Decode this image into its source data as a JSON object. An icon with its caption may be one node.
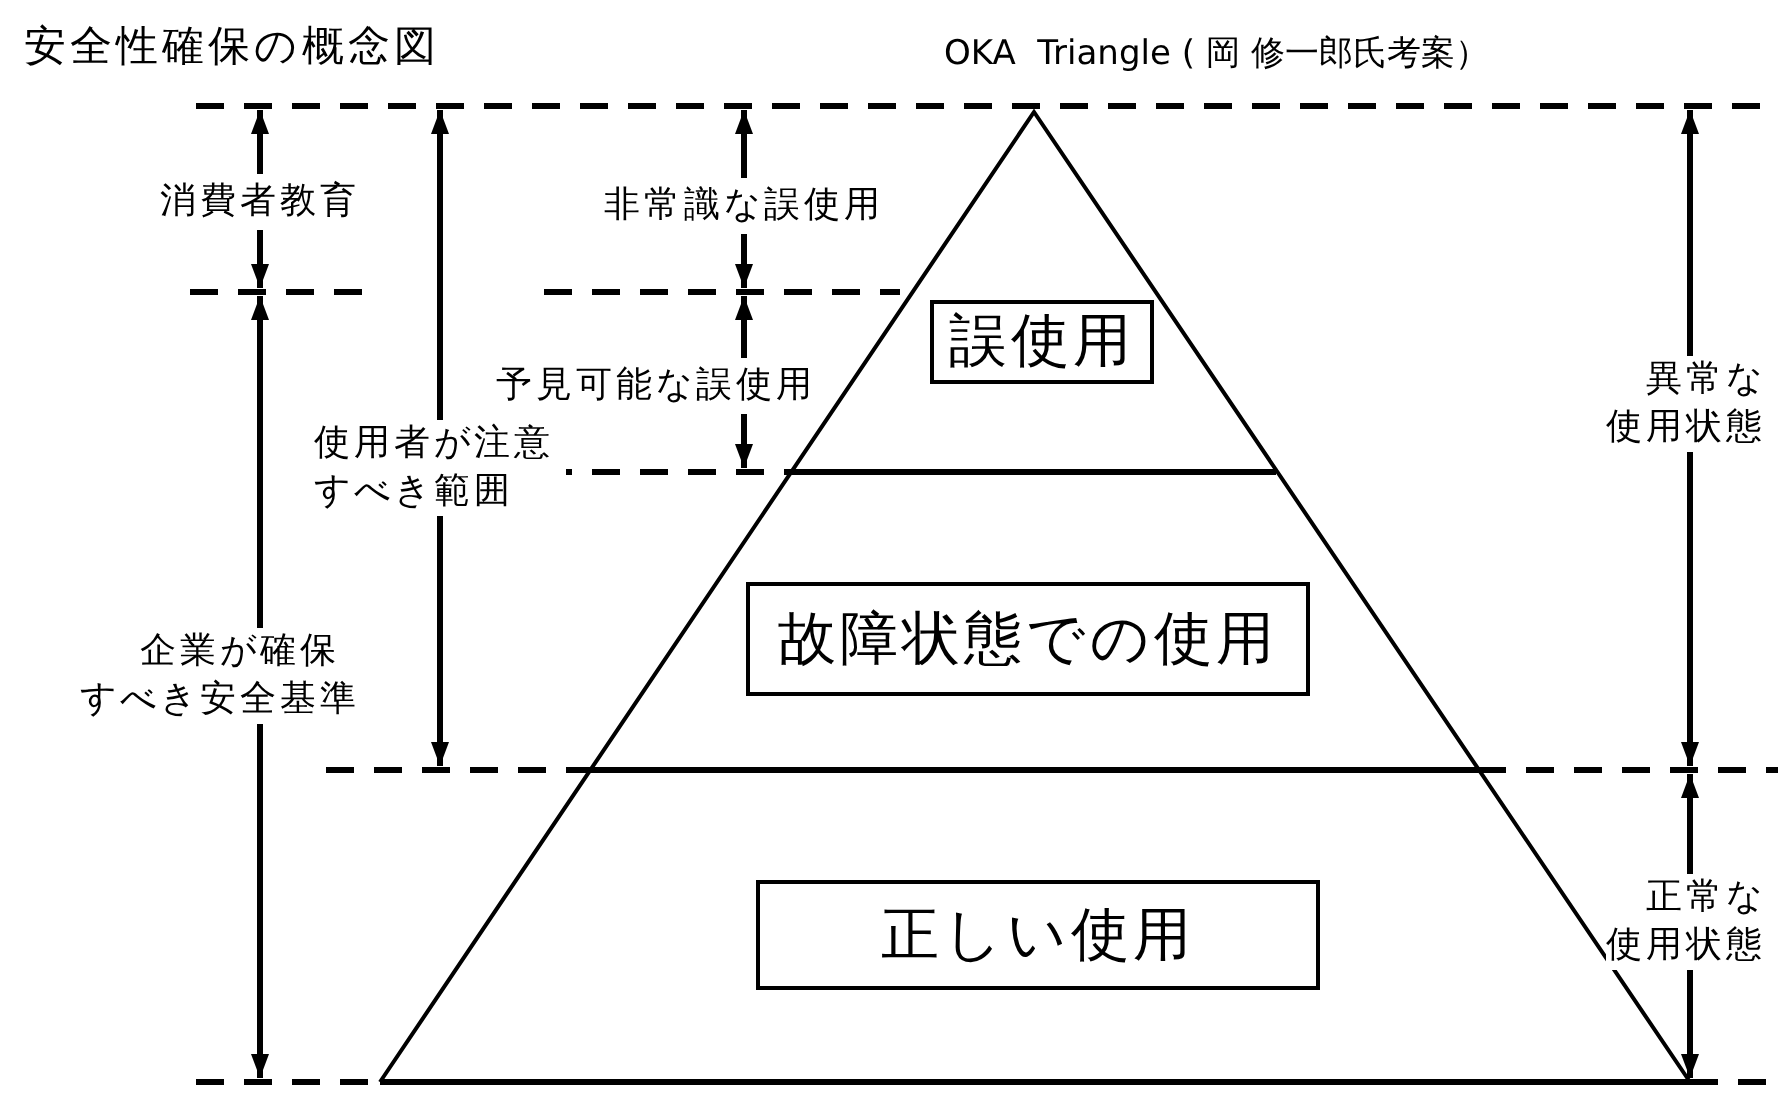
{
  "diagram": {
    "title": "安全性確保の概念図",
    "nodes": [
      {
        "text": [
          "誤使用"
        ]
      },
      {
        "text": [
          "故障状態での使用"
        ]
      },
      {
        "text": [
          "正しい使用"
        ]
      }
    ],
    "labels": [
      "OKA  Triangle ( 岡 修一郎氏考案）",
      "消費者教育",
      "非常識な誤使用",
      "予見可能な誤使用",
      "使用者が注意すべき範囲",
      "異常な使用状態",
      "企業が確保すべき安全基準",
      "正常な使用状態"
    ]
  }
}
